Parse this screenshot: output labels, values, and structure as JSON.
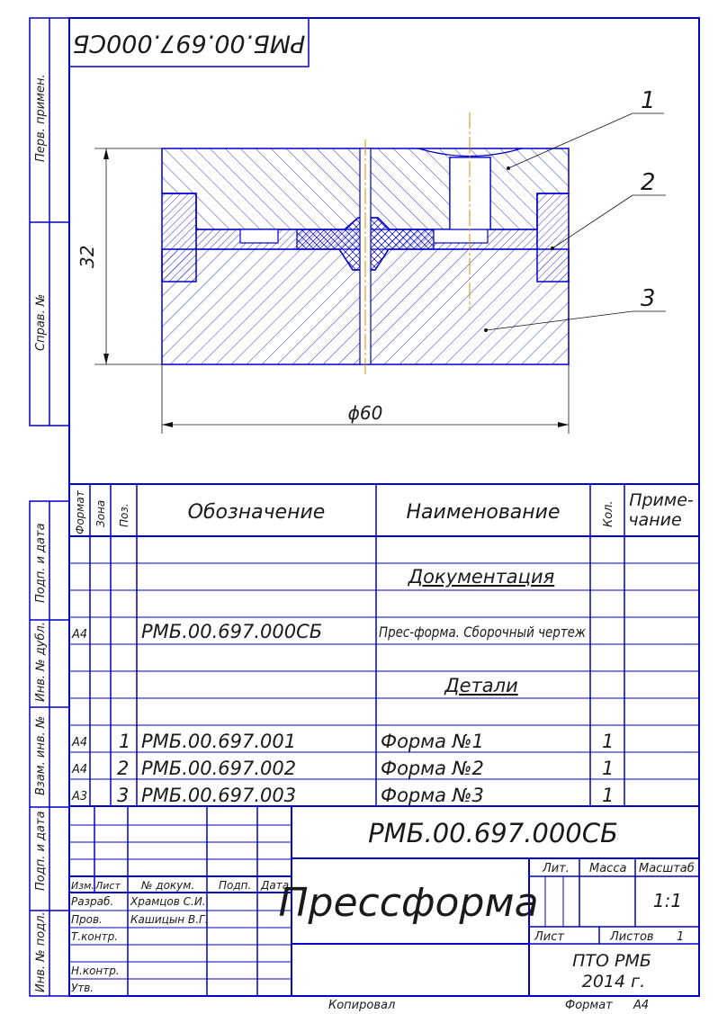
{
  "stamp_top": "РМБ.00.697.000СБ",
  "side_labels": {
    "perv_primen": "Перв. примен.",
    "sprav_no": "Справ. №",
    "podp_data_1": "Подп. и дата",
    "inv_dubl": "Инв. № дубл.",
    "vzam_inv": "Взам. инв. №",
    "podp_data_2": "Подп. и дата",
    "inv_podl": "Инв. № подл."
  },
  "drawing": {
    "dim_height": "32",
    "dim_diameter": "ϕ60",
    "callouts": [
      "1",
      "2",
      "3"
    ]
  },
  "spec": {
    "headers": {
      "format": "Формат",
      "zone": "Зона",
      "pos": "Поз.",
      "designation": "Обозначение",
      "name": "Наименование",
      "qty": "Кол.",
      "note_1": "Приме-",
      "note_2": "чание"
    },
    "section_docs": "Документация",
    "section_parts": "Детали",
    "rows": [
      {
        "format": "А4",
        "pos": "",
        "designation": "РМБ.00.697.000СБ",
        "name": "Прес-форма. Сборочный чертеж",
        "qty": ""
      },
      {
        "format": "А4",
        "pos": "1",
        "designation": "РМБ.00.697.001",
        "name": "Форма №1",
        "qty": "1"
      },
      {
        "format": "А4",
        "pos": "2",
        "designation": "РМБ.00.697.002",
        "name": "Форма №2",
        "qty": "1"
      },
      {
        "format": "А3",
        "pos": "3",
        "designation": "РМБ.00.697.003",
        "name": "Форма №3",
        "qty": "1"
      }
    ]
  },
  "title_block": {
    "designation": "РМБ.00.697.000СБ",
    "title": "Прессформа",
    "labels": {
      "izm": "Изм.",
      "list": "Лист",
      "doc_no": "№ докум.",
      "podp": "Подп.",
      "data": "Дата",
      "razrab": "Разраб.",
      "prov": "Пров.",
      "tkontr": "Т.контр.",
      "nkontr": "Н.контр.",
      "utv": "Утв.",
      "lit": "Лит.",
      "massa": "Масса",
      "masshtab": "Масштаб",
      "sheet": "Лист",
      "sheets": "Листов"
    },
    "developer": "Храмцов С.И.",
    "checker": "Кашицын В.Г.",
    "scale": "1:1",
    "sheets_count": "1",
    "org": "ПТО РМБ",
    "year": "2014 г."
  },
  "footer": {
    "copied": "Копировал",
    "format_label": "Формат",
    "format_value": "А4"
  }
}
